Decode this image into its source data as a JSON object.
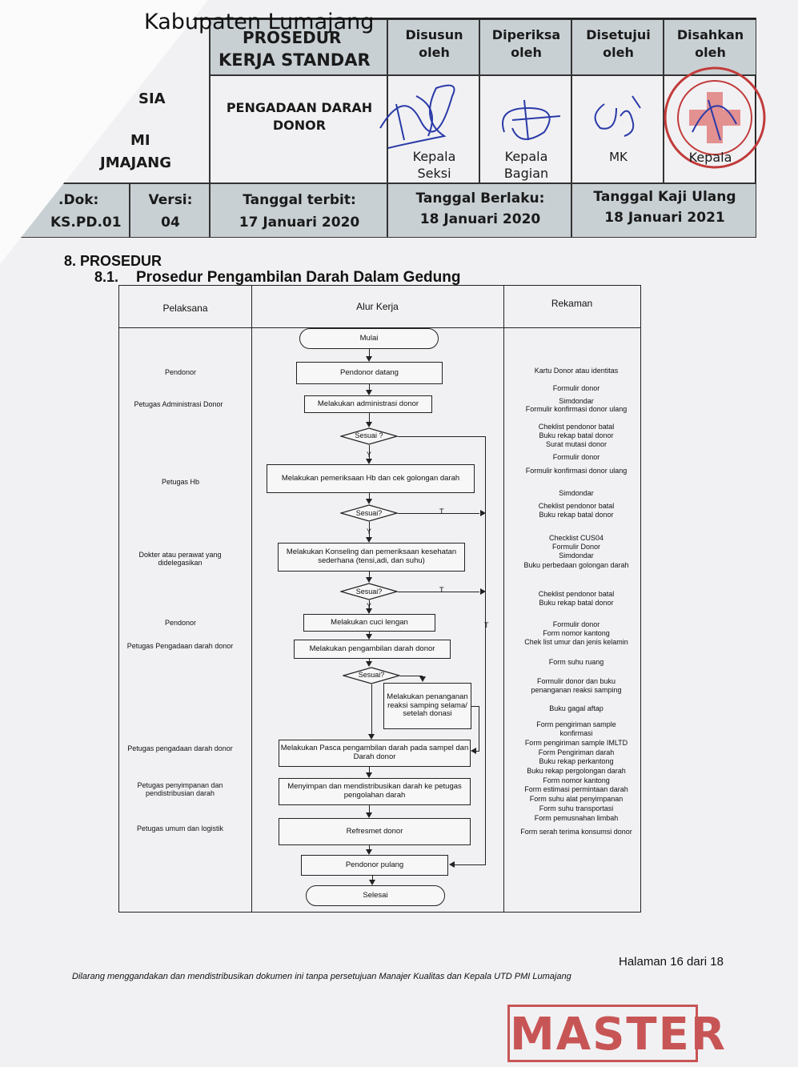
{
  "watermark_text": "Kabupaten Lumajang",
  "header": {
    "title_line1": "PROSEDUR",
    "title_line2": "KERJA STANDAR",
    "org_line1": "SIA",
    "org_line2": "MI",
    "org_line3": "JMAJANG",
    "subject_line1": "PENGADAAN DARAH",
    "subject_line2": "DONOR",
    "sign_cols": [
      {
        "head": "Disusun oleh",
        "role": "Kepala Seksi"
      },
      {
        "head": "Diperiksa oleh",
        "role": "Kepala Bagian"
      },
      {
        "head": "Disetujui oleh",
        "role": "MK"
      },
      {
        "head": "Disahkan oleh",
        "role": "Kepala"
      }
    ],
    "no_dok_label": ".Dok:",
    "no_dok_value": "KS.PD.01",
    "versi_label": "Versi:",
    "versi_value": "04",
    "terbit_label": "Tanggal terbit:",
    "terbit_value": "17 Januari 2020",
    "berlaku_label": "Tanggal Berlaku:",
    "berlaku_value": "18 Januari 2020",
    "kaji_label": "Tanggal Kaji Ulang",
    "kaji_value": "18 Januari 2021"
  },
  "section": {
    "heading": "8. PROSEDUR",
    "sub_number": "8.1.",
    "sub_title": "Prosedur Pengambilan Darah Dalam Gedung"
  },
  "flow": {
    "col_headers": [
      "Pelaksana",
      "Alur Kerja",
      "Rekaman"
    ],
    "actors": [
      "Pendonor",
      "Petugas Administrasi Donor",
      "Petugas Hb",
      "Dokter atau perawat yang didelegasikan",
      "Pendonor",
      "Petugas Pengadaan darah donor",
      "Petugas pengadaan darah donor",
      "Petugas penyimpanan dan pendistribusian darah",
      "Petugas umum dan logistik"
    ],
    "steps": {
      "mulai": "Mulai",
      "datang": "Pendonor datang",
      "admin": "Melakukan administrasi donor",
      "sesuai1": "Sesuai ?",
      "hb": "Melakukan pemeriksaan Hb dan cek golongan darah",
      "sesuai2": "Sesuai?",
      "konseling": "Melakukan Konseling dan pemeriksaan kesehatan sederhana (tensi,adi, dan suhu)",
      "sesuai3": "Sesuai?",
      "cuci": "Melakukan cuci lengan",
      "ambil": "Melakukan pengambilan darah donor",
      "sesuai4": "Sesuai?",
      "reaksi": "Melakukan penanganan reaksi samping selama/ setelah donasi",
      "pasca": "Melakukan Pasca pengambilan darah pada sampel dan Darah donor",
      "simpan": "Menyimpan dan mendistribusikan darah ke petugas pengolahan darah",
      "refresmet": "Refresmet donor",
      "pulang": "Pendonor pulang",
      "selesai": "Selesai"
    },
    "labels": {
      "y": "Y",
      "t": "T"
    },
    "records": [
      "Kartu Donor atau identitas",
      "Formulir donor",
      "Simdondar",
      "Formulir konfirmasi donor ulang",
      "Cheklist pendonor batal",
      "Buku rekap batal donor",
      "Surat mutasi donor",
      "Formulir donor",
      "Formulir konfirmasi donor ulang",
      "Simdondar",
      "Cheklist pendonor batal",
      "Buku rekap batal donor",
      "Checklist CUS04",
      "Formulir Donor",
      "Simdondar",
      "Buku perbedaan golongan darah",
      "Cheklist pendonor batal",
      "Buku rekap batal donor",
      "Formulir donor",
      "Form nomor kantong",
      "Chek list umur dan jenis kelamin",
      "Form suhu ruang",
      "Formulir donor dan buku penanganan reaksi samping",
      "Buku gagal aftap",
      "Form pengiriman sample konfirmasi",
      "Form pengiriman sample IMLTD",
      "Form Pengiriman darah",
      "Buku rekap perkantong",
      "Buku rekap pergolongan darah",
      "Form nomor kantong",
      "Form estimasi permintaan darah",
      "Form suhu alat penyimpanan",
      "Form suhu transportasi",
      "Form pemusnahan limbah",
      "Form serah terima konsumsi donor"
    ]
  },
  "page_number": "Halaman 16 dari  18",
  "footer_note": "Dilarang menggandakan dan mendistribusikan dokumen  ini  tanpa  persetujuan  Manajer  Kualitas dan Kepala UTD PMI Lumajang",
  "stamp_text": "MASTER",
  "colors": {
    "stamp": "#c23a3a",
    "header_fill": "#c9d0d4",
    "ink": "#2a3aa8"
  }
}
